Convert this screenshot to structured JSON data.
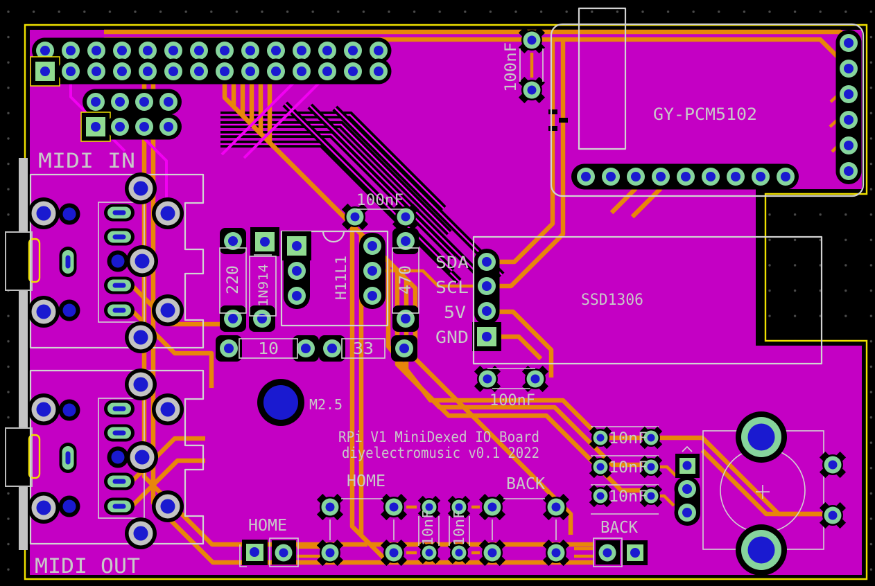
{
  "app": {
    "view": "pcb-layout-canvas"
  },
  "colors": {
    "bg": "#000000",
    "grid_dot": "#4a4a4a",
    "board": "#c400c4",
    "board_edge": "#f0e100",
    "copper_bottom": "#e8860a",
    "copper_top": "#f200f2",
    "pad_green": "#86d49c",
    "pad_square": "#90db90",
    "hole_blue": "#1a1ad0",
    "silver": "#c3c3c3",
    "silk": "#d2d2d2",
    "text": "#c9c9c9"
  },
  "labels": {
    "midi_in": "MIDI IN",
    "midi_out": "MIDI OUT",
    "dac_module": "GY-PCM5102",
    "oled_module": "SSD1306",
    "title_line1": "RPi V1 MiniDexed IO Board",
    "title_line2": "diyelectromusic v0.1 2022",
    "mount_hole": "M2.5",
    "cap_top": "100nF",
    "cap_mid": "100nF",
    "cap_i2c": "100nF",
    "i2c": [
      "SDA",
      "SCL",
      "5V",
      "GND"
    ],
    "r220": "220",
    "d1n914": "1N914",
    "r470": "470",
    "optocoupler": "H11L1",
    "r10": "10",
    "r33": "33",
    "home_switch": "HOME",
    "back_switch": "BACK",
    "home_button": "HOME",
    "back_button": "BACK",
    "caps_10nf": [
      "10nF",
      "10nF",
      "10nF"
    ],
    "caps_10nf_vertical": [
      "10nF",
      "10nF"
    ]
  }
}
